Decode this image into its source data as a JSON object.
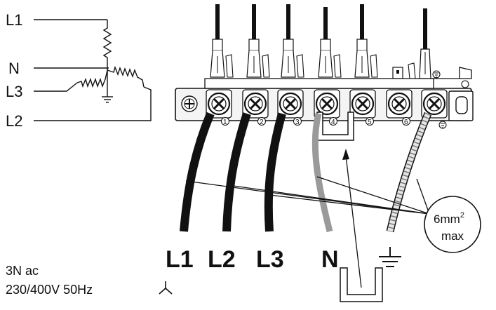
{
  "schematic": {
    "phase_labels": [
      "L1",
      "N",
      "L3",
      "L2"
    ]
  },
  "terminal_block": {
    "terminal_numbers": [
      "1",
      "2",
      "3",
      "4",
      "5",
      "6"
    ]
  },
  "cable_labels": {
    "l1": "L1",
    "l2": "L2",
    "l3": "L3",
    "n": "N"
  },
  "spec_callout": {
    "size": "6mm",
    "exponent": "2",
    "limit": "max"
  },
  "supply_note": {
    "line1": "3N ac",
    "line2": "230/400V 50Hz"
  },
  "colors": {
    "line": "#111111",
    "neutral_cable": "#9a9a9a",
    "earth_cable": "#cfcfcf",
    "block_fill": "#f4f4f4"
  }
}
